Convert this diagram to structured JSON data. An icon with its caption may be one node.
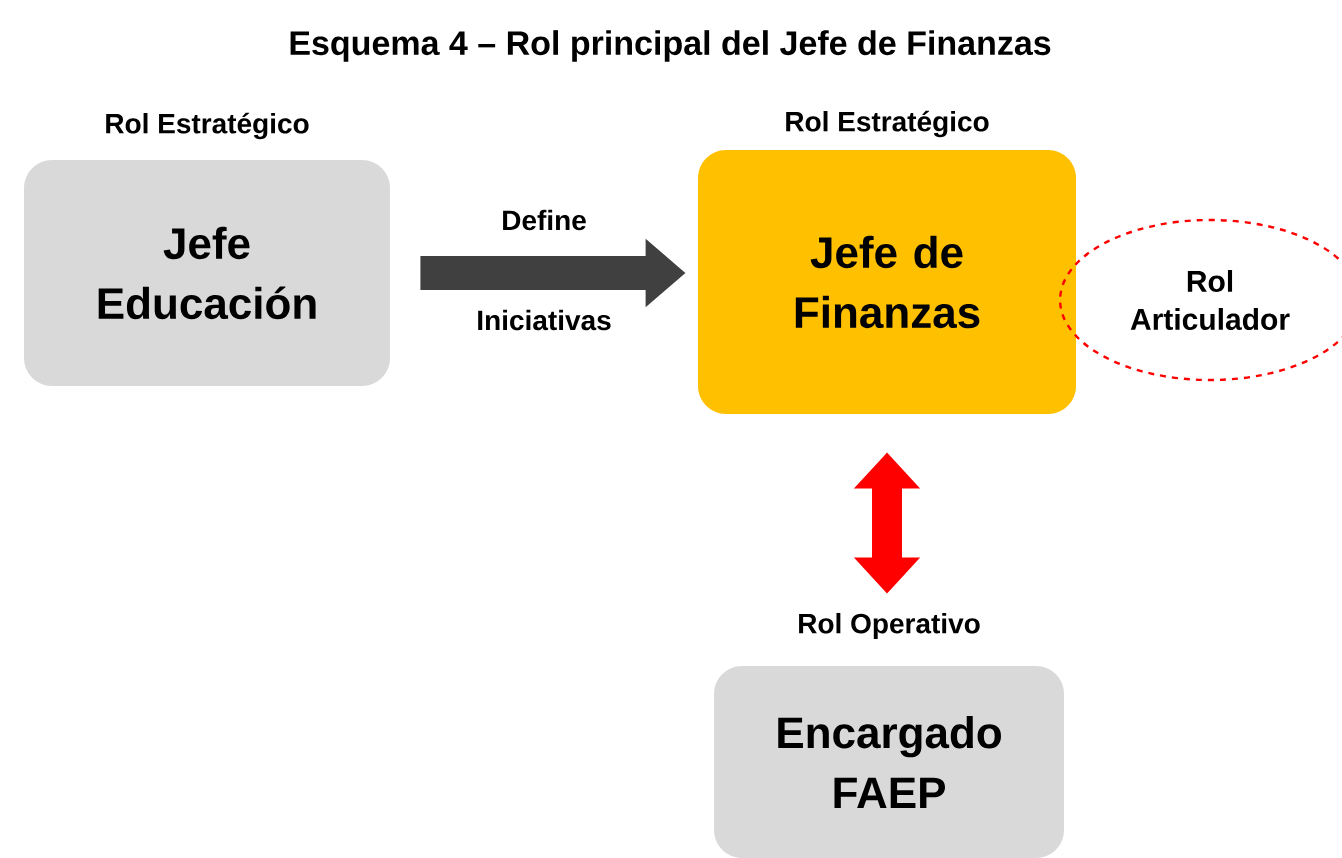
{
  "diagram": {
    "title": "Esquema 4 – Rol principal del Jefe de Finanzas",
    "nodes": [
      {
        "text": [
          "Rol Estratégico",
          "Jefe Educación"
        ]
      },
      {
        "text": [
          "Rol Estratégico",
          "Jefe de Finanzas"
        ]
      },
      {
        "text": [
          "Rol Articulador"
        ]
      },
      {
        "text": [
          "Rol Operativo",
          "Encargado FAEP"
        ]
      }
    ],
    "edges": [
      {
        "from": 0,
        "to": 1,
        "arrow": "to",
        "label": "Define",
        "color": "#404040"
      },
      {
        "from": 1,
        "to": 3,
        "arrow": "both",
        "color": "#ff0000"
      }
    ],
    "labels": [
      "Iniciativas"
    ]
  }
}
